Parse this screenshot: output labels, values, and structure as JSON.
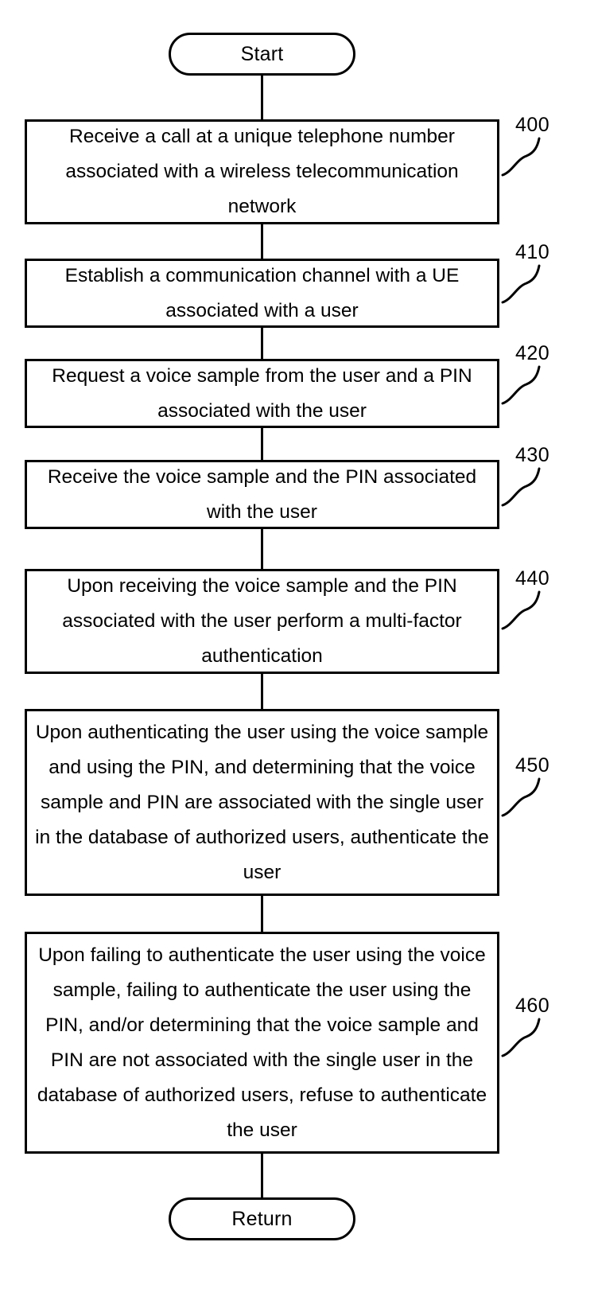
{
  "diagram": {
    "title": "Multi-factor voice and PIN authentication flowchart",
    "stroke_color": "#000000",
    "background_color": "#ffffff",
    "nodes": [
      {
        "id": "start",
        "type": "terminal",
        "label": "Start",
        "ref": null
      },
      {
        "id": "step-400",
        "type": "process",
        "label": "Receive a call at a unique telephone number associated with a wireless telecommunication network",
        "ref": "400"
      },
      {
        "id": "step-410",
        "type": "process",
        "label": "Establish a communication channel with a UE associated with a user",
        "ref": "410"
      },
      {
        "id": "step-420",
        "type": "process",
        "label": "Request a voice sample from the user and a PIN associated with the user",
        "ref": "420"
      },
      {
        "id": "step-430",
        "type": "process",
        "label": "Receive the voice sample and the PIN associated with the user",
        "ref": "430"
      },
      {
        "id": "step-440",
        "type": "process",
        "label": "Upon receiving the voice sample and the PIN associated with the user perform a multi-factor authentication",
        "ref": "440"
      },
      {
        "id": "step-450",
        "type": "process",
        "label": "Upon authenticating the user using the voice sample and using the PIN, and determining that the voice sample and PIN are associated with the single user in the database of authorized users, authenticate the user",
        "ref": "450"
      },
      {
        "id": "step-460",
        "type": "process",
        "label": "Upon failing to authenticate the user using the voice sample, failing to authenticate the user using the PIN, and/or determining that the voice sample and PIN are not associated with the single user in the database of authorized users, refuse to authenticate the user",
        "ref": "460"
      },
      {
        "id": "return",
        "type": "terminal",
        "label": "Return",
        "ref": null
      }
    ]
  }
}
